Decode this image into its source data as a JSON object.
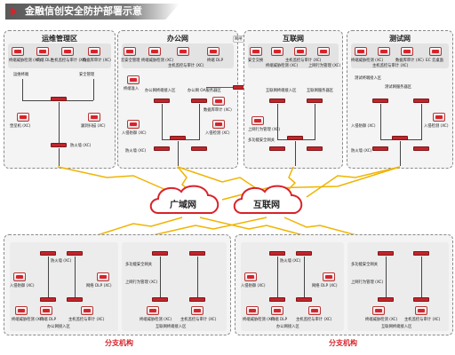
{
  "title": "金融信创安全防护部署示意",
  "zones": {
    "ops": "运维管理区",
    "office": "办公网",
    "internet": "互联网",
    "test": "测试网"
  },
  "clouds": {
    "wan": "广域网",
    "internet": "互联网"
  },
  "branch_label": "分支机构",
  "ops_labels": {
    "edr": "终端威胁检测 (XC)",
    "dlp": "终端 DLP",
    "host_audit": "主机监控与审计 (XC)",
    "db_audit": "数据库审计 (XC)",
    "ops_terminal": "运维终端",
    "bastion": "堡垒机 (XC)",
    "vuln": "漏洞扫描 (XC)",
    "fw": "防火墙 (XC)",
    "mgmt": "安全管理"
  },
  "office_labels": {
    "cloud_sec": "云安全管理",
    "edr": "终端威胁检测 (XC)",
    "dlp": "终端 DLP",
    "host_audit": "主机监控与审计 (XC)",
    "terminal_access": "终端准入",
    "office_term": "办公网终端接入区",
    "oa": "办公网 OA服务器区",
    "ips": "入侵防御 (XC)",
    "fw": "防火墙 (XC)",
    "db_audit": "数据库审计 (XC)",
    "ad": "入侵检测 (XC)",
    "net_dlp": "网络 DLP (XC)"
  },
  "gap_label": "网闸 (XC)",
  "internet_labels": {
    "sec_gw": "安全交换",
    "edr": "终端威胁检测 (XC)",
    "host_audit": "主机监控与审计 (XC)",
    "online_audit": "上网行为管理 (XC)",
    "term_access": "互联网终端接入区",
    "server": "互联网服务器区",
    "behavior": "上网行为管理 (XC)",
    "multi_gw": "多功能安全网关",
    "fw": "防火墙 (XC)",
    "ips": "入侵防御 (XC)"
  },
  "test_labels": {
    "edr": "终端威胁检测 (XC)",
    "host_audit": "主机监控与审计 (XC)",
    "db_audit": "数据库审计 (XC)",
    "cloud_sec": "EC 云桌面",
    "test_term": "测试终端接入区",
    "test_server": "测试网服务器区",
    "ad": "入侵检测 (XC)",
    "fw": "防火墙 (XC)",
    "ips": "入侵防御 (XC)"
  },
  "branch_labels": {
    "fw": "防火墙 (XC)",
    "ips": "入侵防御 (XC)",
    "net_dlp": "网络 DLP (XC)",
    "edr": "终端威胁检测 (XC)",
    "dlp": "终端 DLP",
    "host_audit": "主机监控与审计 (XC)",
    "office_area": "办公网接入区",
    "multi_gw": "多功能安全网关",
    "behavior": "上网行为管理 (XC)",
    "inet_area": "互联网终端接入区",
    "edr2": "终端威胁检测 (XC)",
    "host_audit2": "主机监控与审计 (XC)"
  },
  "colors": {
    "accent": "#d8232a",
    "zone_bg": "#f4f4f4",
    "sub_panel": "#e3e3e3",
    "title_bar": "#6a6a6a"
  }
}
